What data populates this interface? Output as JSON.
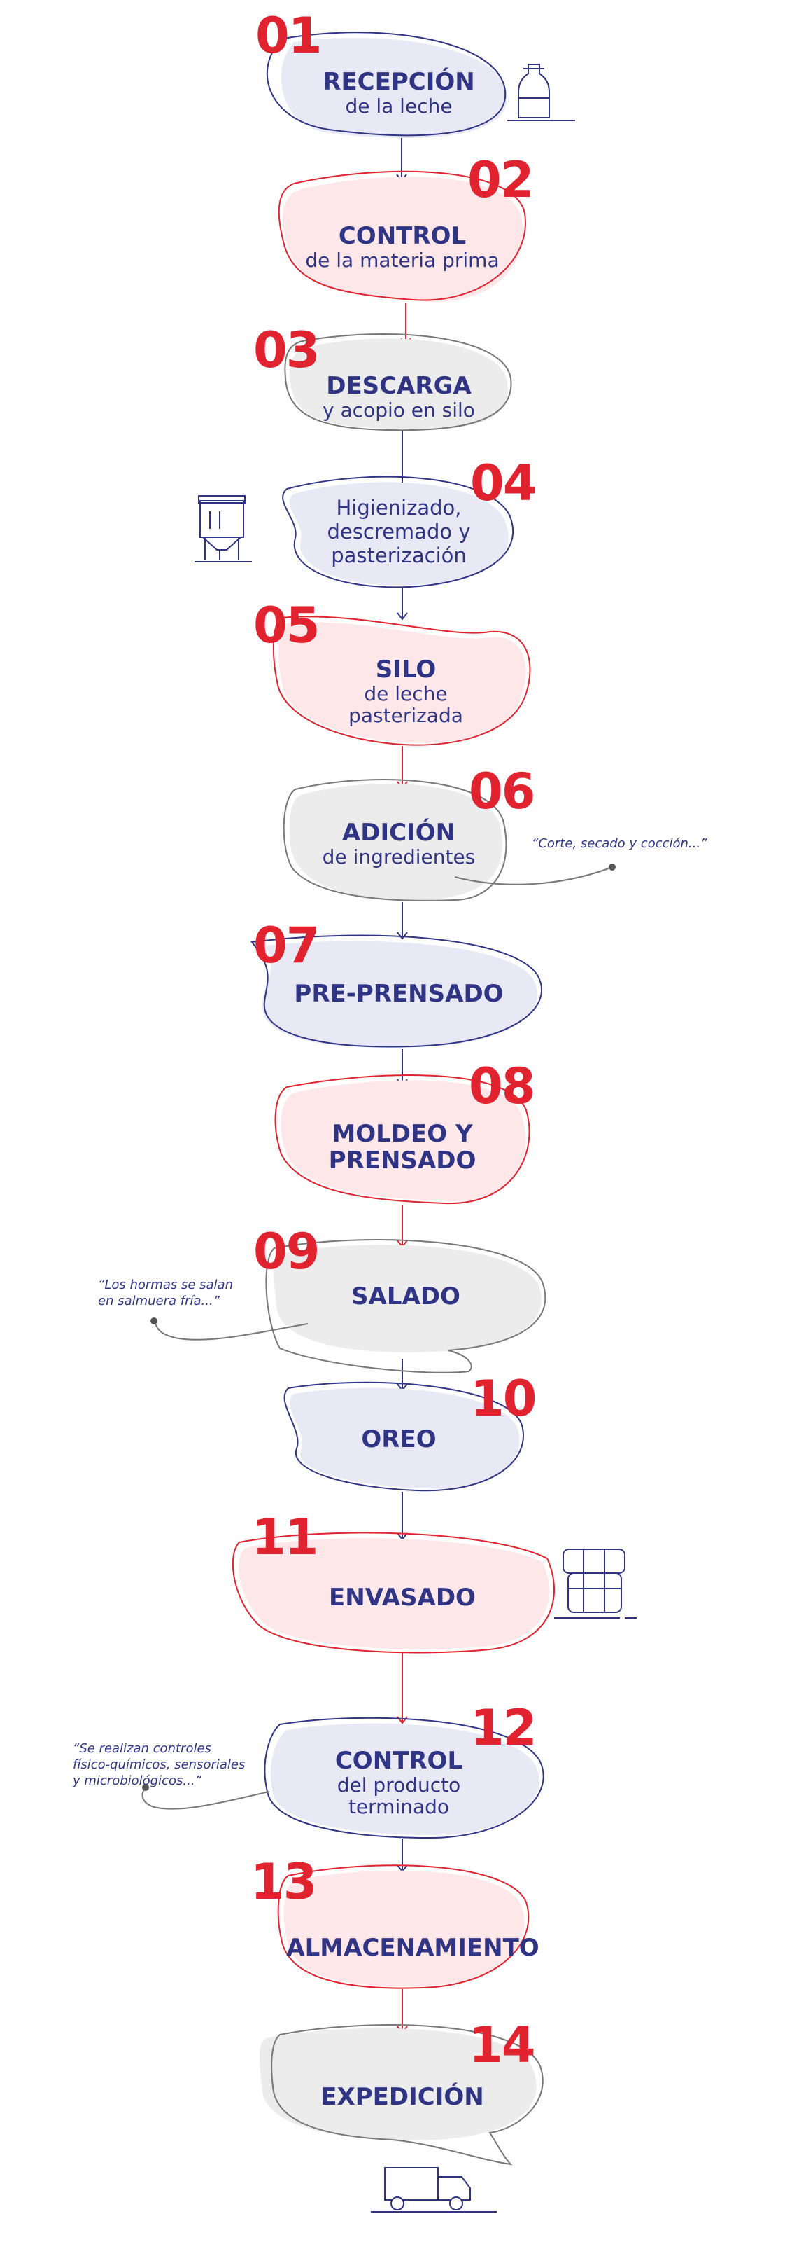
{
  "colors": {
    "red": "#e0232f",
    "navy": "#2f3584",
    "pink": "#fde7e9",
    "lavender": "#e8e9f4",
    "gray": "#ececec",
    "line_gray": "#777777"
  },
  "steps": [
    {
      "number": "01",
      "title": "RECEPCIÓN",
      "subtitle": "de la leche",
      "fill": "lavender",
      "icon": "milk-bottle-icon"
    },
    {
      "number": "02",
      "title": "CONTROL",
      "subtitle": "de la materia prima",
      "fill": "pink"
    },
    {
      "number": "03",
      "title": "DESCARGA",
      "subtitle": "y acopio en silo",
      "fill": "gray"
    },
    {
      "number": "04",
      "lines": [
        "Higienizado,",
        "descremado y",
        "pasterización"
      ],
      "fill": "lavender",
      "icon": "tank-icon"
    },
    {
      "number": "05",
      "title": "SILO",
      "subtitle_lines": [
        "de leche",
        "pasterizada"
      ],
      "fill": "pink"
    },
    {
      "number": "06",
      "title": "ADICIÓN",
      "subtitle": "de ingredientes",
      "fill": "gray",
      "note": "“Corte, secado y cocción...”"
    },
    {
      "number": "07",
      "title": "PRE-PRENSADO",
      "fill": "lavender"
    },
    {
      "number": "08",
      "title_lines": [
        "MOLDEO Y",
        "PRENSADO"
      ],
      "fill": "pink"
    },
    {
      "number": "09",
      "title": "SALADO",
      "fill": "gray",
      "note_lines": [
        "“Los hormas se salan",
        "en  salmuera fría...”"
      ]
    },
    {
      "number": "10",
      "title": "OREO",
      "fill": "lavender"
    },
    {
      "number": "11",
      "title": "ENVASADO",
      "fill": "pink",
      "icon": "package-icon"
    },
    {
      "number": "12",
      "title": "CONTROL",
      "subtitle_lines": [
        "del producto",
        "terminado"
      ],
      "fill": "lavender",
      "note_lines": [
        "“Se realizan controles",
        "físico-químicos, sensoriales",
        "y microbiológicos...”"
      ]
    },
    {
      "number": "13",
      "title": "ALMACENAMIENTO",
      "fill": "pink"
    },
    {
      "number": "14",
      "title": "EXPEDICIÓN",
      "fill": "gray",
      "icon": "truck-icon"
    }
  ]
}
